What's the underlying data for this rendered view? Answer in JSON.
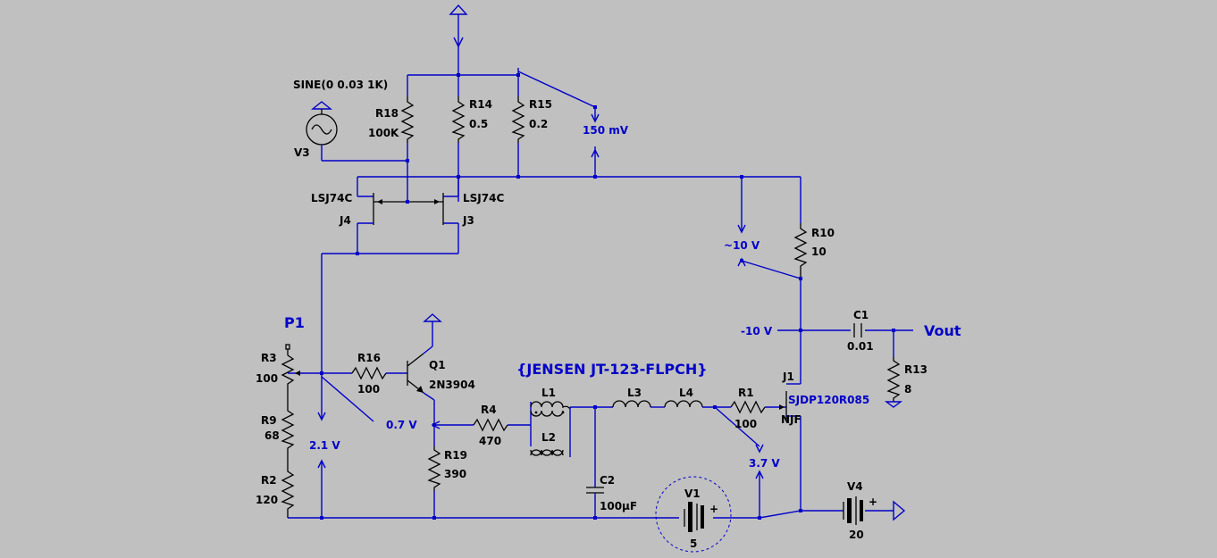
{
  "labels": {
    "v3_func": "SINE(0 0.03 1K)",
    "r18_name": "R18",
    "r18_val": "100K",
    "r14_name": "R14",
    "r14_val": "0.5",
    "r15_name": "R15",
    "r15_val": "0.2",
    "v3_name": "V3",
    "j4_type": "LSJ74C",
    "j4_name": "J4",
    "j3_type": "LSJ74C",
    "j3_name": "J3",
    "r10_name": "R10",
    "r10_val": "10",
    "c1_name": "C1",
    "c1_val": "0.01",
    "r13_name": "R13",
    "r13_val": "8",
    "r3_name": "R3",
    "r3_val": "100",
    "r16_name": "R16",
    "r16_val": "100",
    "q1_name": "Q1",
    "q1_type": "2N3904",
    "r9_name": "R9",
    "r9_val": "68",
    "r2_name": "R2",
    "r2_val": "120",
    "r4_name": "R4",
    "r4_val": "470",
    "r19_name": "R19",
    "r19_val": "390",
    "l1_name": "L1",
    "l2_name": "L2",
    "l3_name": "L3",
    "l4_name": "L4",
    "r1_name": "R1",
    "r1_val": "100",
    "j1_name": "J1",
    "j1_type": "SJDP120R085",
    "j1_kind": "NJF",
    "c2_name": "C2",
    "c2_val": "100µF",
    "v1_name": "V1",
    "v1_val": "5",
    "v4_name": "V4",
    "v4_val": "20"
  },
  "annotations": {
    "probe_150mv": "150 mV",
    "probe_10v_approx": "~10 V",
    "probe_minus_10v": "-10 V",
    "probe_0_7v": "0.7 V",
    "probe_2_1v": "2.1 V",
    "probe_3_7v": "3.7 V",
    "p1": "P1",
    "vout": "Vout",
    "transformer": "{JENSEN JT-123-FLPCH}"
  }
}
